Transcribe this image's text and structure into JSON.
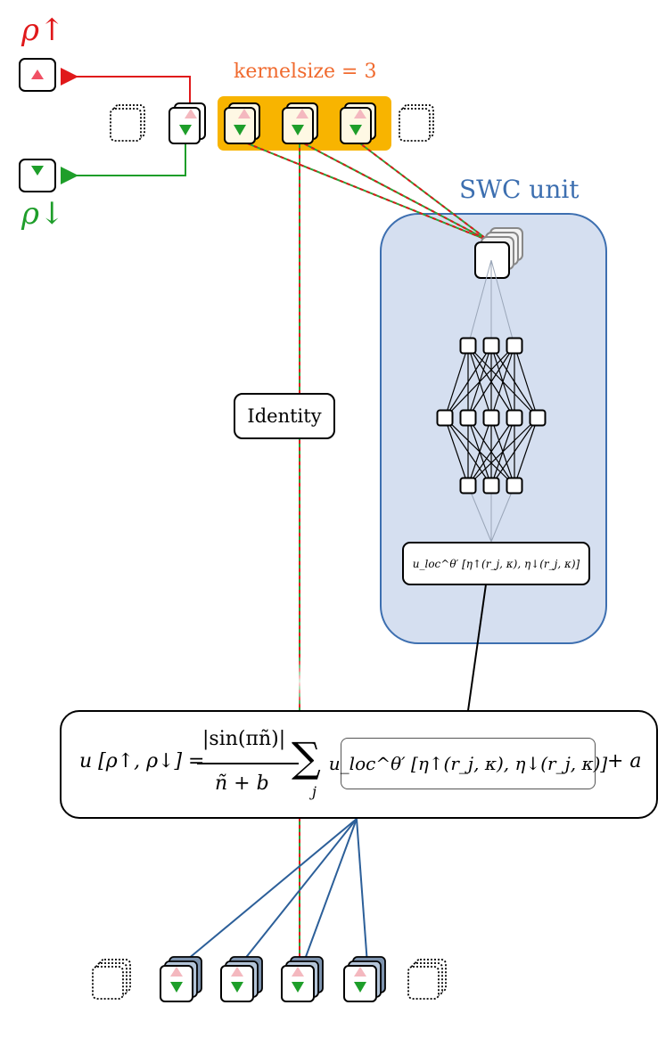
{
  "labels": {
    "rho_up": "ρ↑",
    "rho_down": "ρ↓",
    "kernel_size": "kernelsize = 3",
    "swc_unit": "SWC unit",
    "identity": "Identity",
    "swc_output": "u_loc^θ′ [η↑(r_j, κ), η↓(r_j, κ)]"
  },
  "formula": {
    "lhs": "u [ρ↑, ρ↓] =",
    "numerator": "|sin(πñ)|",
    "denominator": "ñ + b",
    "sum_symbol": "∑",
    "sum_index": "j",
    "inner": "u_loc^θ′ [η↑(r_j, κ), η↓(r_j, κ)]",
    "tail": "+ a"
  },
  "colors": {
    "spin_up": "#e0181a",
    "spin_down": "#1e9e2a",
    "kernel_highlight": "#f8b400",
    "kernel_text": "#f06a2e",
    "swc_fill": "#d5dff0",
    "swc_border": "#3d6fb0",
    "connection": "#2c5f99"
  },
  "network": {
    "layers": [
      1,
      3,
      5,
      3
    ]
  }
}
